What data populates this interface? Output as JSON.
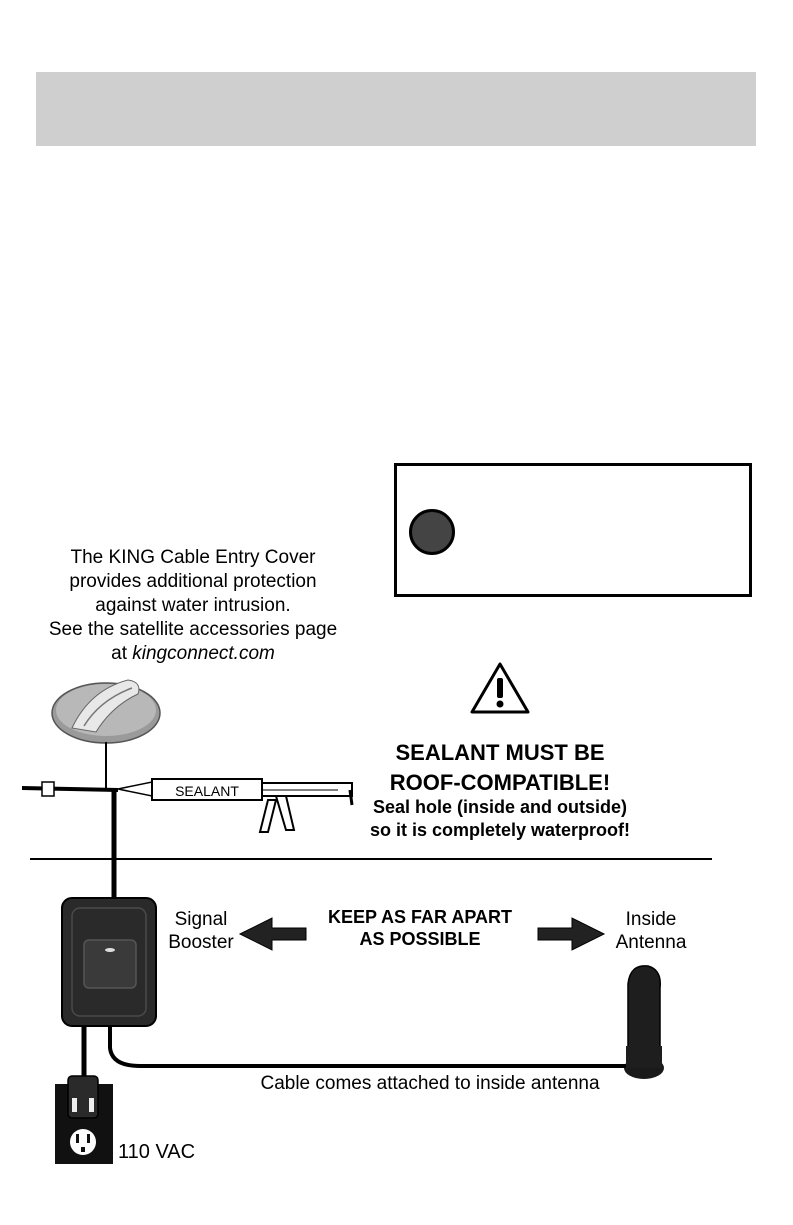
{
  "cover_caption": {
    "line1": "The KING Cable Entry Cover",
    "line2": "provides additional protection",
    "line3": "against water intrusion.",
    "line4": "See the satellite accessories page",
    "line5_prefix": "at ",
    "line5_link": "kingconnect.com"
  },
  "sealant": {
    "tube_label": "SEALANT",
    "warning_line1": "SEALANT MUST BE",
    "warning_line2": "ROOF-COMPATIBLE!",
    "warning_line3": "Seal hole (inside and outside)",
    "warning_line4": "so it is completely waterproof!"
  },
  "booster": {
    "label_line1": "Signal",
    "label_line2": "Booster"
  },
  "keep_apart": {
    "line1": "KEEP AS FAR APART",
    "line2": "AS POSSIBLE"
  },
  "antenna": {
    "label_line1": "Inside",
    "label_line2": "Antenna"
  },
  "cable_label": "Cable comes attached to inside antenna",
  "power_label": "110 VAC",
  "icons": [
    "warning-triangle-icon",
    "left-arrow-icon",
    "right-arrow-icon",
    "outlet-icon",
    "caulk-gun-icon",
    "cable-entry-cover-icon"
  ],
  "colors": {
    "header_bar": "#cfcfcf",
    "device": "#2a2a2a",
    "note_dot": "#444444"
  }
}
